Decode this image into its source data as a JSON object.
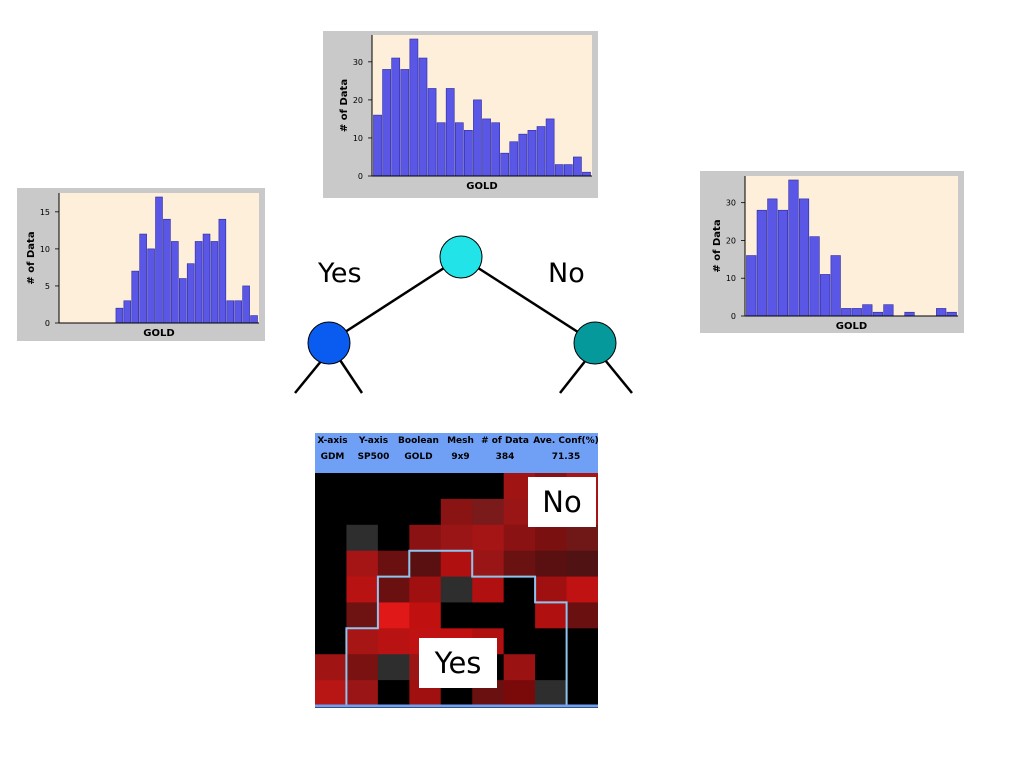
{
  "histograms": [
    {
      "id": "left",
      "ylabel": "# of Data",
      "xlabel": "GOLD",
      "ylim": [
        0,
        17
      ],
      "yticks": [
        0,
        5,
        10,
        15
      ],
      "values": [
        0,
        0,
        0,
        0,
        0,
        0,
        0,
        2,
        3,
        7,
        12,
        10,
        17,
        14,
        11,
        6,
        8,
        11,
        12,
        11,
        14,
        3,
        3,
        5,
        1
      ]
    },
    {
      "id": "top",
      "ylabel": "# of Data",
      "xlabel": "GOLD",
      "ylim": [
        0,
        36
      ],
      "yticks": [
        0,
        10,
        20,
        30
      ],
      "values": [
        16,
        28,
        31,
        28,
        36,
        31,
        23,
        14,
        23,
        14,
        12,
        20,
        15,
        14,
        6,
        9,
        11,
        12,
        13,
        15,
        3,
        3,
        5,
        1
      ]
    },
    {
      "id": "right",
      "ylabel": "# of Data",
      "xlabel": "GOLD",
      "ylim": [
        0,
        36
      ],
      "yticks": [
        0,
        10,
        20,
        30
      ],
      "values": [
        16,
        28,
        31,
        28,
        36,
        31,
        21,
        11,
        16,
        2,
        2,
        3,
        1,
        3,
        0,
        1,
        0,
        0,
        2,
        1
      ]
    }
  ],
  "tree": {
    "left_label": "Yes",
    "right_label": "No",
    "root_color": "#22e3e8",
    "left_color": "#0a5cf0",
    "right_color": "#05999b"
  },
  "heatmap": {
    "headers": [
      "X-axis",
      "Y-axis",
      "Boolean",
      "Mesh",
      "# of Data",
      "Ave. Conf(%)"
    ],
    "values": [
      "GDM",
      "SP500",
      "GOLD",
      "9x9",
      "384",
      "71.35"
    ],
    "no_label": "No",
    "yes_label": "Yes",
    "grid": [
      [
        "#000000",
        "#000000",
        "#000000",
        "#000000",
        "#000000",
        "#000000",
        "#a01414",
        "#8a1010",
        "#a81515"
      ],
      [
        "#000000",
        "#000000",
        "#000000",
        "#000000",
        "#8a1414",
        "#7a1a1a",
        "#9a1515",
        "#a01010",
        "#a81212"
      ],
      [
        "#000000",
        "#2e2e2e",
        "#000000",
        "#8a1212",
        "#9a1515",
        "#a51515",
        "#8a1212",
        "#7a1010",
        "#701818"
      ],
      [
        "#000000",
        "#a51515",
        "#6a1010",
        "#5a1010",
        "#b01010",
        "#9a1515",
        "#6a1212",
        "#5a1010",
        "#501212"
      ],
      [
        "#000000",
        "#b81212",
        "#6a1010",
        "#a01010",
        "#2e2e2e",
        "#b01010",
        "#000000",
        "#a01010",
        "#c01212"
      ],
      [
        "#000000",
        "#6e1212",
        "#e01818",
        "#c01010",
        "#000000",
        "#000000",
        "#000000",
        "#b01010",
        "#6a1010"
      ],
      [
        "#000000",
        "#a81515",
        "#b81212",
        "#c01212",
        "#c01010",
        "#b01010",
        "#000000",
        "#000000",
        "#000000"
      ],
      [
        "#a01414",
        "#7a1212",
        "#2e2e2e",
        "#9a1515",
        "#8a1414",
        "#000000",
        "#9a1212",
        "#000000",
        "#000000"
      ],
      [
        "#b81515",
        "#9a1515",
        "#000000",
        "#a01010",
        "#000000",
        "#6a1010",
        "#7a0a0a",
        "#2e2e2e",
        "#000000"
      ]
    ]
  }
}
